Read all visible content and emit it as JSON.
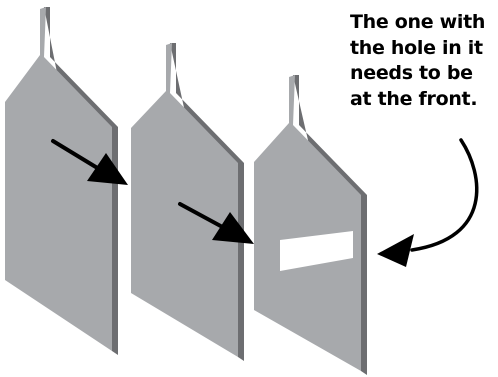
{
  "annotation": {
    "lines": [
      "The one with",
      "the hole in it",
      "needs to be",
      "at the front."
    ]
  },
  "colors": {
    "panel_fill": "#a7a9ac",
    "panel_edge": "#6d6e71",
    "hole": "#ffffff",
    "ink": "#000000"
  },
  "icons": {
    "arrow": "filled-triangle-arrowhead",
    "curved_arrow": "curved-pointer-arrow"
  }
}
